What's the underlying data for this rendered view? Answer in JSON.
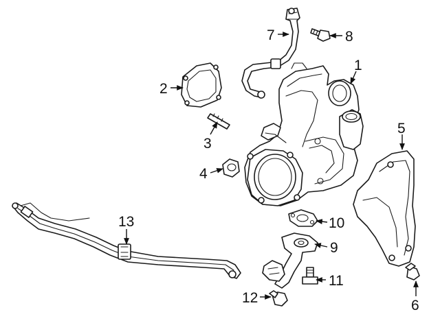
{
  "diagram": {
    "callouts": [
      {
        "num": "1"
      },
      {
        "num": "2"
      },
      {
        "num": "3"
      },
      {
        "num": "4"
      },
      {
        "num": "5"
      },
      {
        "num": "6"
      },
      {
        "num": "7"
      },
      {
        "num": "8"
      },
      {
        "num": "9"
      },
      {
        "num": "10"
      },
      {
        "num": "11"
      },
      {
        "num": "12"
      },
      {
        "num": "13"
      }
    ],
    "colors": {
      "line": "#1a1a1a",
      "background": "#ffffff"
    }
  }
}
